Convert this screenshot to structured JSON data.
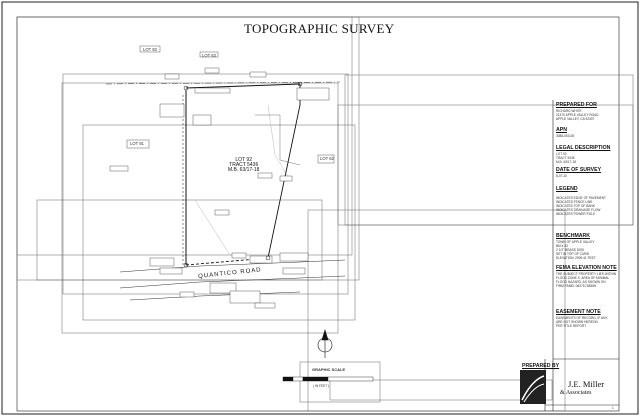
{
  "title": "TOPOGRAPHIC SURVEY",
  "prepared_for": {
    "heading": "PREPARED FOR",
    "lines": [
      "RICHARD WHITE",
      "21370 APPLE VALLEY ROAD",
      "APPLE VALLEY, CA 92307"
    ]
  },
  "apn": {
    "heading": "APN",
    "value": "3088-053-08"
  },
  "legal_description": {
    "heading": "LEGAL DESCRIPTION",
    "lines": [
      "LOT 92",
      "TRACT 5436",
      "M.B. 63/17-18"
    ]
  },
  "date_of_survey": {
    "heading": "DATE OF SURVEY",
    "value": "8-07-20"
  },
  "legend": {
    "heading": "LEGEND",
    "items": [
      "INDICATES EDGE OF PAVEMENT",
      "INDICATES FENCE LINE",
      "INDICATES TOP OF BANK",
      "INDICATES DRAINAGE FLOW",
      "INDICATES POWER POLE"
    ]
  },
  "benchmark": {
    "heading": "BENCHMARK",
    "lines": [
      "TOWN OF APPLE VALLEY",
      "BM # 33",
      "2 1/2\" BRASS DISK",
      "SET IN TOP OF CURB",
      "ELEVATION: 2909.41 FEET"
    ]
  },
  "fema_note": {
    "heading": "FEMA ELEVATION NOTE",
    "lines": [
      "THE SUBJECT PROPERTY LIES WITHIN",
      "FLOOD ZONE X, AREA OF MINIMAL",
      "FLOOD HAZARD, AS SHOWN ON",
      "FIRM PANEL 06071C5835H"
    ]
  },
  "easement_note": {
    "heading": "EASEMENT NOTE",
    "lines": [
      "EASEMENTS OF RECORD, IF ANY,",
      "ARE NOT SHOWN HEREON",
      "PER TITLE REPORT"
    ]
  },
  "plan": {
    "lot_lines": [
      "LOT 92",
      "TRACT 5436",
      "M.B. 63/17-18"
    ],
    "road": "QUANTICO ROAD",
    "adjacent_lots": [
      "LOT 93",
      "LOT 91",
      "LOT 62",
      "LOT 63"
    ]
  },
  "graphic_scale": {
    "label": "GRAPHIC SCALE",
    "unit": "( IN FEET )"
  },
  "prepared_by": {
    "heading": "PREPARED BY",
    "company": "J.E. Miller",
    "company2": "& Associates"
  },
  "sheet_number": "1"
}
